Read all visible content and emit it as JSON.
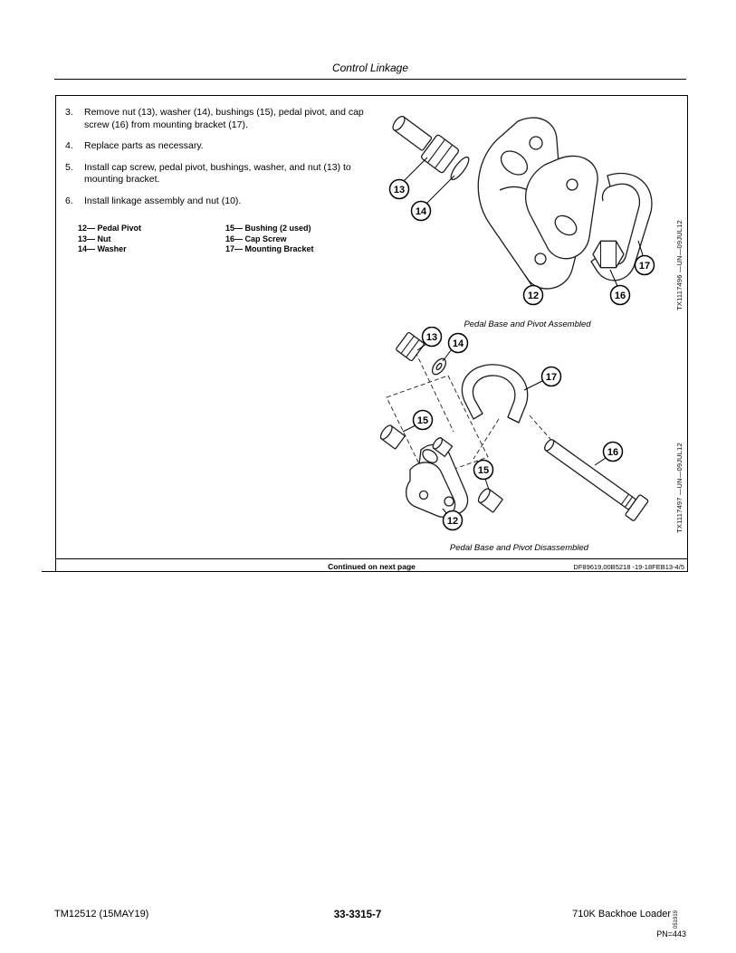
{
  "header": {
    "title": "Control Linkage"
  },
  "steps": [
    {
      "num": "3.",
      "text": "Remove nut (13), washer (14), bushings (15), pedal pivot, and cap screw (16) from mounting bracket (17)."
    },
    {
      "num": "4.",
      "text": "Replace parts as necessary."
    },
    {
      "num": "5.",
      "text": "Install cap screw, pedal pivot, bushings, washer, and nut (13) to mounting bracket."
    },
    {
      "num": "6.",
      "text": "Install linkage assembly and nut (10)."
    }
  ],
  "legend": {
    "col1": [
      "12— Pedal Pivot",
      "13— Nut",
      "14— Washer"
    ],
    "col2": [
      "15— Bushing (2 used)",
      "16— Cap Screw",
      "17— Mounting Bracket"
    ]
  },
  "figures": [
    {
      "caption": "Pedal Base and Pivot Assembled",
      "side_label": "TX1117496 —UN—09JUL12",
      "callouts": [
        "13",
        "14",
        "12",
        "16",
        "17"
      ]
    },
    {
      "caption": "Pedal Base and Pivot Disassembled",
      "side_label": "TX1117497 —UN—09JUL12",
      "callouts": [
        "13",
        "14",
        "17",
        "15",
        "15",
        "12",
        "16"
      ]
    }
  ],
  "box_footer": {
    "continued": "Continued on next page",
    "doc_ref": "DF89619,00B5218 -19-18FEB13-4/5"
  },
  "page_footer": {
    "left": "TM12512 (15MAY19)",
    "center": "33-3315-7",
    "right": "710K Backhoe Loader",
    "stamp": "051919",
    "pn": "PN=443"
  }
}
